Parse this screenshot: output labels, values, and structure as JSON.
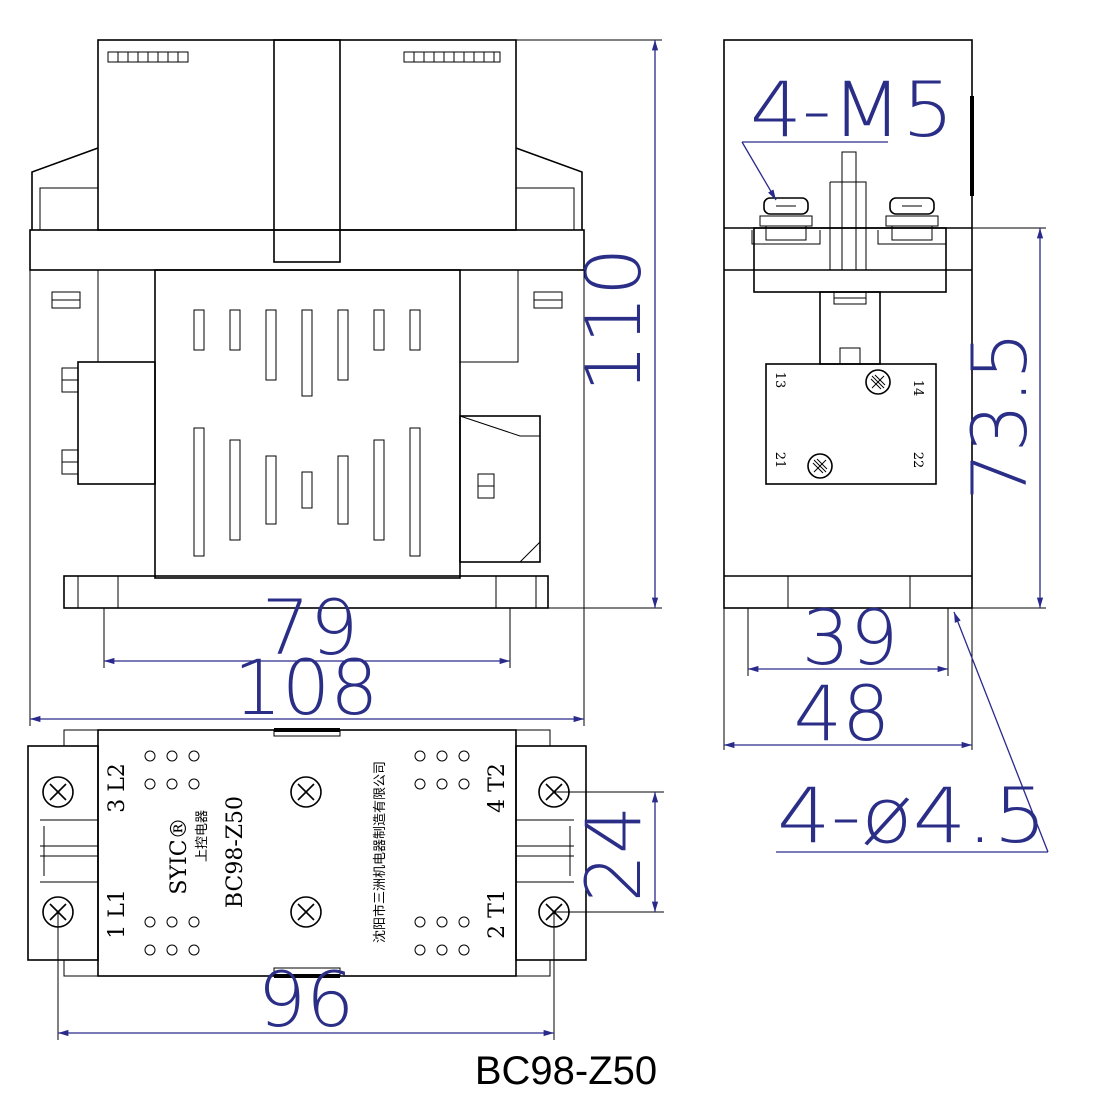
{
  "dimensions": {
    "height_front": "110",
    "width_79": "79",
    "width_108": "108",
    "side_4m5": "4-M5",
    "side_735": "73.5",
    "side_39": "39",
    "side_48": "48",
    "hole_445": "4-ø4.5",
    "top_24": "24",
    "top_96": "96"
  },
  "terminals": {
    "l2": "3 L2",
    "l1": "1 L1",
    "t2": "4 T2",
    "t1": "2 T1",
    "aux_13": "13",
    "aux_14": "14",
    "aux_21": "21",
    "aux_22": "22"
  },
  "nameplate": {
    "brand": "SYIC®",
    "brand_cn": "上控电器",
    "model": "BC98-Z50",
    "maker": "沈阳市三洲机电器制造有限公司"
  },
  "caption": "BC98-Z50",
  "colors": {
    "dimension": "#2b2e87",
    "line": "#000000"
  }
}
